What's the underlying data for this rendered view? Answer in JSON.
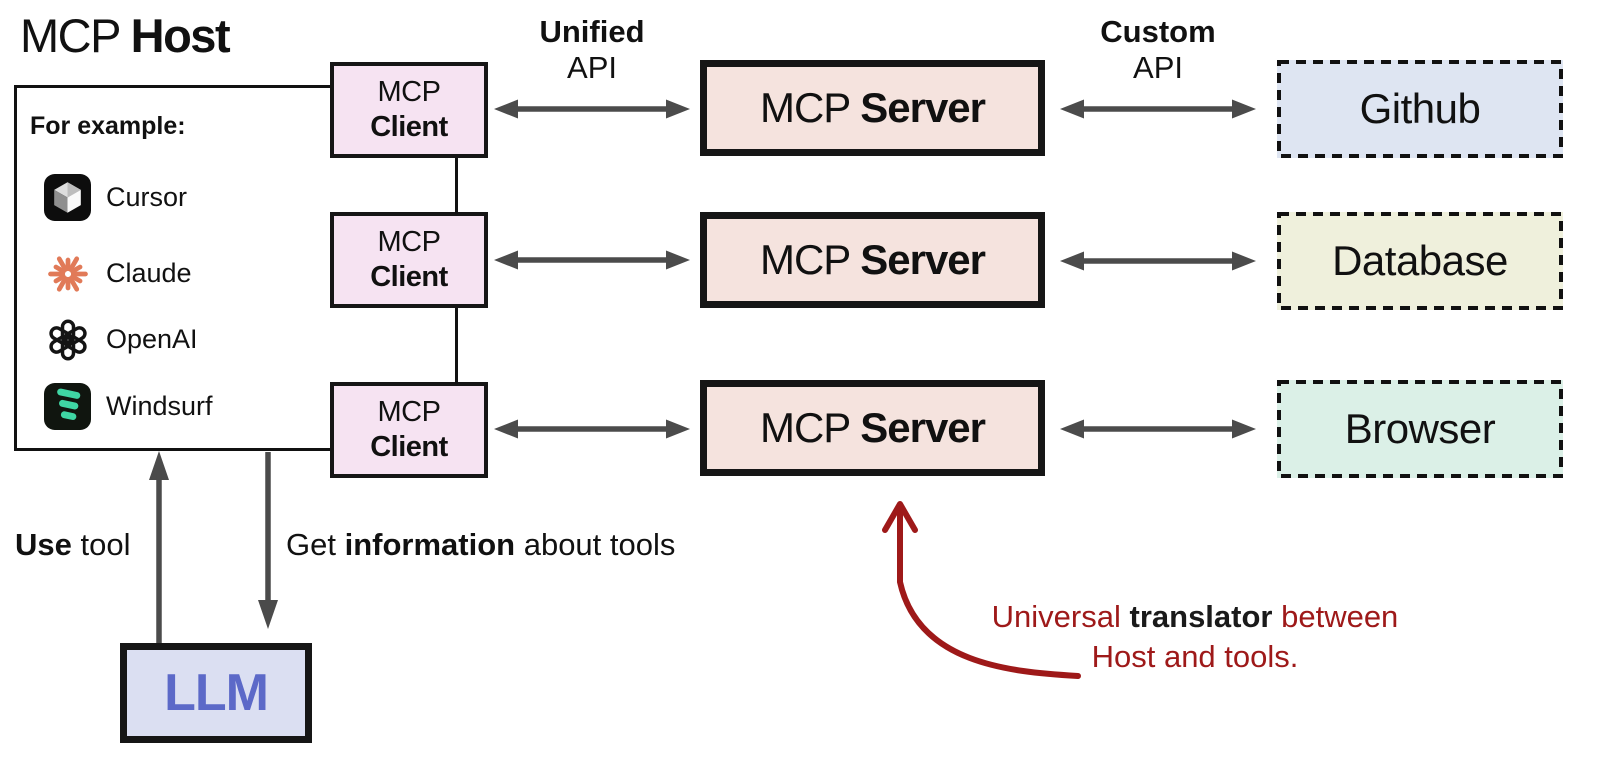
{
  "title": {
    "prefix": "MCP ",
    "bold": "Host"
  },
  "host": {
    "for_example_label": "For example:",
    "apps": [
      {
        "name": "Cursor",
        "icon": "cursor-icon"
      },
      {
        "name": "Claude",
        "icon": "claude-icon"
      },
      {
        "name": "OpenAI",
        "icon": "openai-icon"
      },
      {
        "name": "Windsurf",
        "icon": "windsurf-icon"
      }
    ]
  },
  "clients": [
    {
      "line1": "MCP",
      "line2": "Client"
    },
    {
      "line1": "MCP",
      "line2": "Client"
    },
    {
      "line1": "MCP",
      "line2": "Client"
    }
  ],
  "servers": [
    {
      "prefix": "MCP ",
      "bold": "Server"
    },
    {
      "prefix": "MCP ",
      "bold": "Server"
    },
    {
      "prefix": "MCP ",
      "bold": "Server"
    }
  ],
  "targets": [
    {
      "label": "Github",
      "fill": "#dee5f2"
    },
    {
      "label": "Database",
      "fill": "#eff0dc"
    },
    {
      "label": "Browser",
      "fill": "#dbf0e7"
    }
  ],
  "labels": {
    "unified": {
      "line1": "Unified",
      "line2": "API"
    },
    "custom": {
      "line1": "Custom",
      "line2": "API"
    },
    "use_tool": {
      "bold": "Use",
      "rest": " tool"
    },
    "get_info": {
      "pre": "Get ",
      "bold": "information",
      "post": " about tools"
    }
  },
  "llm": {
    "label": "LLM"
  },
  "annotation": {
    "line1_pre": "Universal ",
    "line1_bold": "translator",
    "line1_post": " between",
    "line2": "Host and tools."
  },
  "colors": {
    "box_border": "#161616",
    "arrow_gray": "#4b4b4b",
    "client_fill": "#f6e3f2",
    "server_fill": "#f5e3de",
    "github_fill": "#dee5f2",
    "database_fill": "#eff0dc",
    "browser_fill": "#dbf0e7",
    "llm_fill": "#dbdff2",
    "llm_text": "#5c69c8",
    "annotation_red": "#9e1919",
    "claude_orange": "#e17a58",
    "windsurf_teal": "#3fd6a4"
  }
}
